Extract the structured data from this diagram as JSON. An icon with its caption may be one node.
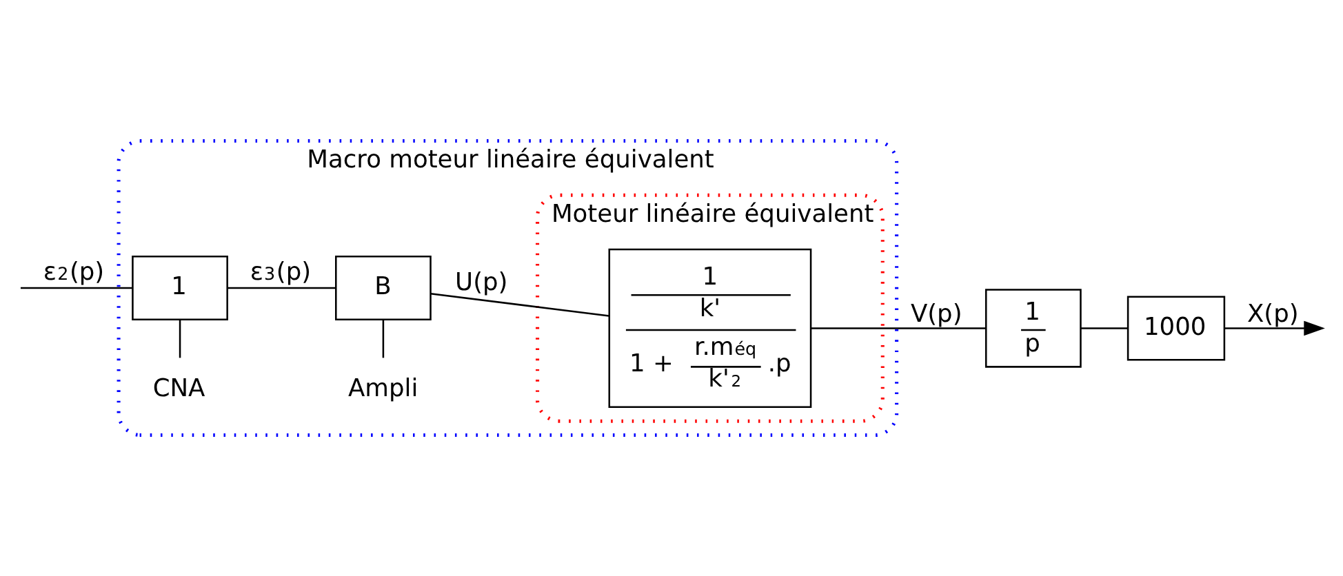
{
  "diagram": {
    "nodes": [
      {
        "text": [
          "Macro moteur linéaire équivalent"
        ]
      },
      {
        "text": [
          "CNA"
        ],
        "in": 0
      },
      {
        "text": [
          "1"
        ],
        "in": 0
      },
      {
        "text": [
          "Ampli"
        ],
        "in": 0
      },
      {
        "text": [
          "B"
        ],
        "in": 0
      },
      {
        "text": [
          "Moteur linéaire équivalent"
        ],
        "in": 0
      },
      {
        "text": [
          "1",
          "k'",
          "1 + ",
          "r.m$_{éq}$",
          "k'$^{2}$",
          ".p"
        ],
        "in": 5
      },
      {
        "text": [
          "1",
          "p"
        ]
      },
      {
        "text": [
          "1000"
        ]
      }
    ],
    "edges": [
      {
        "from": null,
        "to": 2,
        "arrow": "none",
        "label": "ε$_{2}$(p)"
      },
      {
        "from": 1,
        "to": 2,
        "arrow": "none"
      },
      {
        "from": 2,
        "to": 4,
        "arrow": "none",
        "label": "ε$_{3}$(p)"
      },
      {
        "from": 3,
        "to": 4,
        "arrow": "none"
      },
      {
        "from": 4,
        "to": 6,
        "arrow": "none",
        "label": "U(p)"
      },
      {
        "from": 6,
        "to": 7,
        "arrow": "none",
        "label": "V(p)"
      },
      {
        "from": 7,
        "to": 8,
        "arrow": "none"
      },
      {
        "from": 8,
        "to": null,
        "arrow": "to",
        "label": "X(p)"
      }
    ]
  }
}
